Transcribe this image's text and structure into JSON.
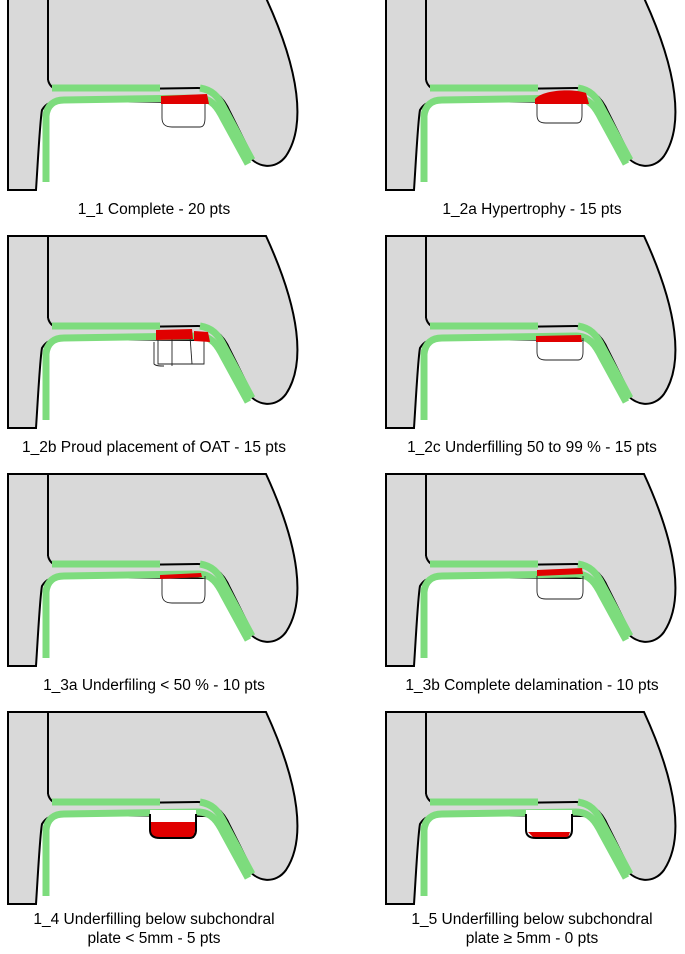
{
  "colors": {
    "bone": "#d9d9d9",
    "cartilage": "#7ddc7d",
    "repair_tissue": "#e00000"
  },
  "panels": [
    {
      "id": "1_1",
      "caption": "1_1 Complete - 20 pts"
    },
    {
      "id": "1_2a",
      "caption": "1_2a Hypertrophy - 15 pts"
    },
    {
      "id": "1_2b",
      "caption": "1_2b Proud placement of OAT - 15 pts"
    },
    {
      "id": "1_2c",
      "caption": "1_2c Underfilling 50 to 99 % - 15 pts"
    },
    {
      "id": "1_3a",
      "caption": "1_3a Underfiling < 50 % - 10 pts"
    },
    {
      "id": "1_3b",
      "caption": "1_3b Complete delamination - 10 pts"
    },
    {
      "id": "1_4",
      "caption": "1_4 Underfilling below subchondral\nplate < 5mm - 5 pts"
    },
    {
      "id": "1_5",
      "caption": "1_5 Underfilling below subchondral\nplate ≥ 5mm - 0 pts"
    }
  ]
}
